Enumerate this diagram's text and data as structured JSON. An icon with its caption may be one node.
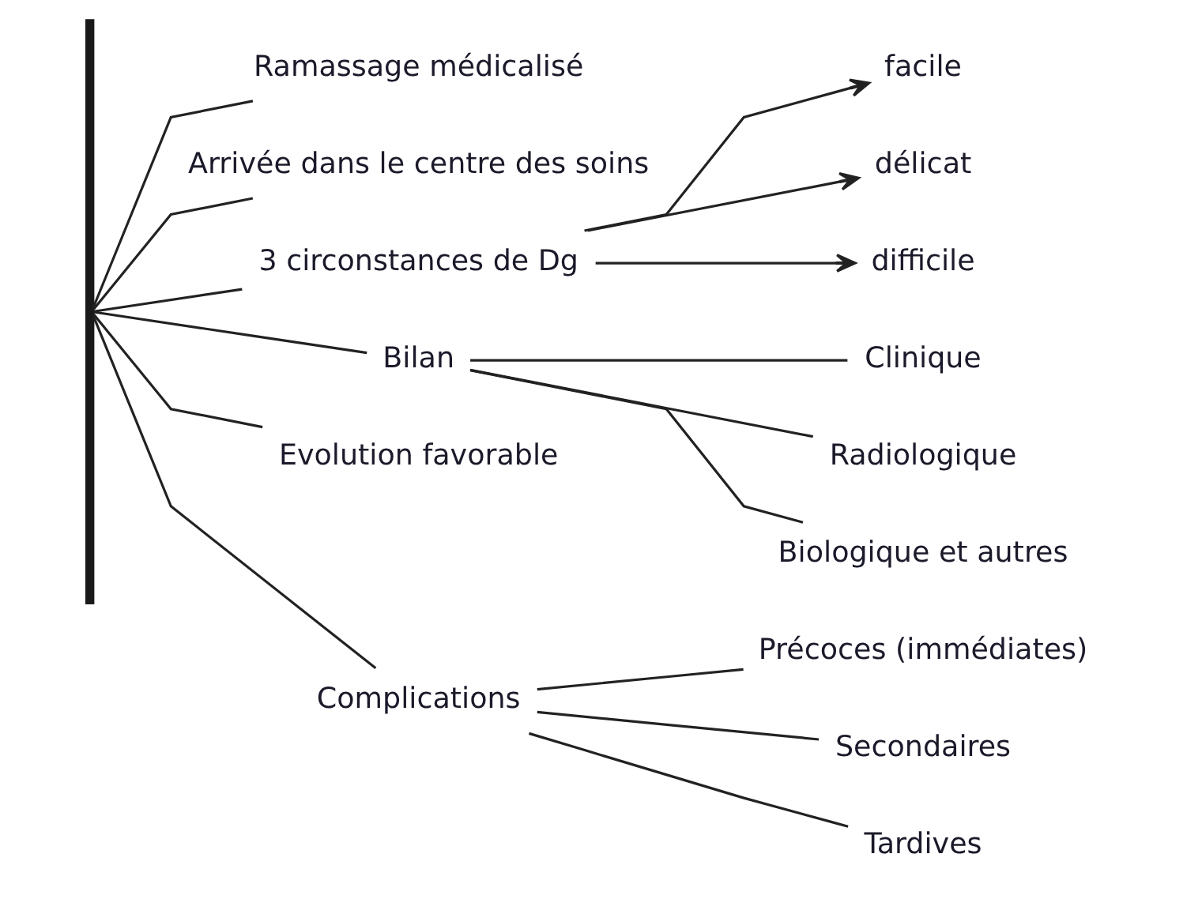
{
  "diagram": {
    "nodes": [
      {
        "text": [],
        "shape": "bar"
      },
      {
        "text": [
          "Ramassage médicalisé"
        ]
      },
      {
        "text": [
          "Arrivée dans le centre des soins"
        ]
      },
      {
        "text": [
          "3 circonstances de Dg"
        ]
      },
      {
        "text": [
          "facile"
        ]
      },
      {
        "text": [
          "délicat"
        ]
      },
      {
        "text": [
          "difficile"
        ]
      },
      {
        "text": [
          "Bilan"
        ]
      },
      {
        "text": [
          "Clinique"
        ]
      },
      {
        "text": [
          "Radiologique"
        ]
      },
      {
        "text": [
          "Biologique et autres"
        ]
      },
      {
        "text": [
          "Evolution favorable"
        ]
      },
      {
        "text": [
          "Complications"
        ]
      },
      {
        "text": [
          "Précoces (immédiates)"
        ]
      },
      {
        "text": [
          "Secondaires"
        ]
      },
      {
        "text": [
          "Tardives"
        ]
      }
    ],
    "edges": [
      {
        "from": 0,
        "to": 1,
        "arrow": "none"
      },
      {
        "from": 0,
        "to": 2,
        "arrow": "none"
      },
      {
        "from": 0,
        "to": 3,
        "arrow": "none"
      },
      {
        "from": 0,
        "to": 7,
        "arrow": "none"
      },
      {
        "from": 0,
        "to": 11,
        "arrow": "none"
      },
      {
        "from": 0,
        "to": 12,
        "arrow": "none"
      },
      {
        "from": 3,
        "to": 4,
        "arrow": "to"
      },
      {
        "from": 3,
        "to": 5,
        "arrow": "to"
      },
      {
        "from": 3,
        "to": 6,
        "arrow": "to"
      },
      {
        "from": 7,
        "to": 8,
        "arrow": "none"
      },
      {
        "from": 7,
        "to": 9,
        "arrow": "none"
      },
      {
        "from": 7,
        "to": 10,
        "arrow": "none"
      },
      {
        "from": 12,
        "to": 13,
        "arrow": "none"
      },
      {
        "from": 12,
        "to": 14,
        "arrow": "none"
      },
      {
        "from": 12,
        "to": 15,
        "arrow": "none"
      }
    ]
  }
}
